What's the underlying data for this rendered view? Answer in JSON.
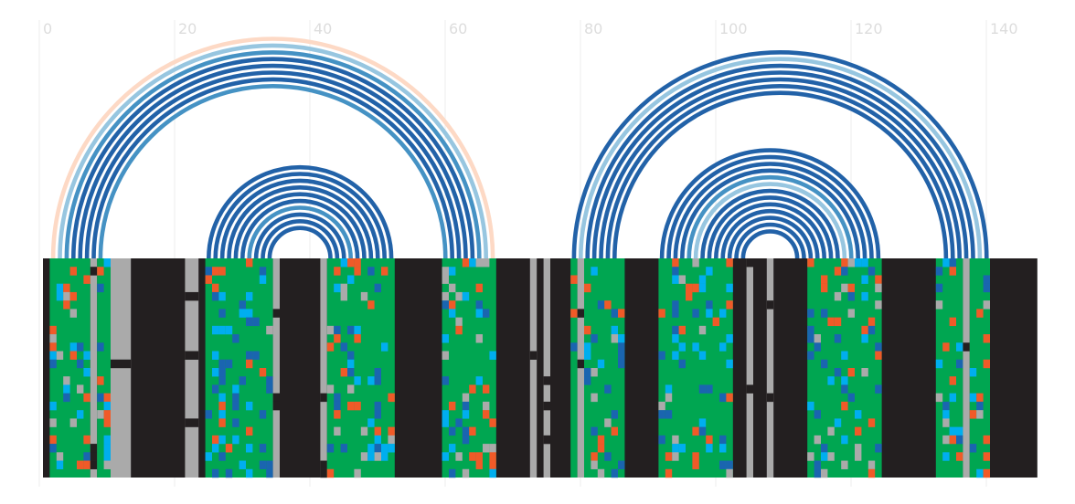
{
  "chart_data": {
    "type": "heatmap",
    "x_ticks": [
      0,
      20,
      40,
      60,
      80,
      100,
      120,
      140
    ],
    "xlim": [
      0,
      147
    ],
    "grid": true,
    "colors": {
      "background": "#231f20",
      "gap": "#aaaaaa",
      "match": "#00a651",
      "mismatch_blue": "#1a65b0",
      "mismatch_cyan": "#00aeef",
      "mismatch_orange": "#f05a28",
      "arc_dark": "#2262a8",
      "arc_mid": "#4592c4",
      "arc_light": "#97c6e0",
      "arc_pale": "#fdd9c5"
    },
    "track_columns": [
      {
        "type": "bg",
        "start": 0,
        "end": 1
      },
      {
        "type": "match",
        "start": 1,
        "end": 7
      },
      {
        "type": "gap",
        "start": 7,
        "end": 8
      },
      {
        "type": "match",
        "start": 8,
        "end": 10
      },
      {
        "type": "gap",
        "start": 10,
        "end": 13
      },
      {
        "type": "bg",
        "start": 13,
        "end": 21
      },
      {
        "type": "gap",
        "start": 21,
        "end": 23
      },
      {
        "type": "bg",
        "start": 23,
        "end": 24
      },
      {
        "type": "match",
        "start": 24,
        "end": 34
      },
      {
        "type": "gap",
        "start": 34,
        "end": 35
      },
      {
        "type": "bg",
        "start": 35,
        "end": 41
      },
      {
        "type": "gap",
        "start": 41,
        "end": 42
      },
      {
        "type": "match",
        "start": 42,
        "end": 52
      },
      {
        "type": "bg",
        "start": 52,
        "end": 59
      },
      {
        "type": "match",
        "start": 59,
        "end": 67
      },
      {
        "type": "bg",
        "start": 67,
        "end": 72
      },
      {
        "type": "gap",
        "start": 72,
        "end": 73
      },
      {
        "type": "bg",
        "start": 73,
        "end": 74
      },
      {
        "type": "gap",
        "start": 74,
        "end": 75
      },
      {
        "type": "bg",
        "start": 75,
        "end": 78
      },
      {
        "type": "match",
        "start": 78,
        "end": 79
      },
      {
        "type": "gap",
        "start": 79,
        "end": 80
      },
      {
        "type": "match",
        "start": 80,
        "end": 86
      },
      {
        "type": "bg",
        "start": 86,
        "end": 91
      },
      {
        "type": "match",
        "start": 91,
        "end": 102
      },
      {
        "type": "bg",
        "start": 102,
        "end": 104
      },
      {
        "type": "gap",
        "start": 104,
        "end": 105
      },
      {
        "type": "bg",
        "start": 105,
        "end": 107
      },
      {
        "type": "gap",
        "start": 107,
        "end": 108
      },
      {
        "type": "bg",
        "start": 108,
        "end": 113
      },
      {
        "type": "match",
        "start": 113,
        "end": 124
      },
      {
        "type": "bg",
        "start": 124,
        "end": 132
      },
      {
        "type": "match",
        "start": 132,
        "end": 136
      },
      {
        "type": "gap",
        "start": 136,
        "end": 137
      },
      {
        "type": "match",
        "start": 137,
        "end": 140
      },
      {
        "type": "bg",
        "start": 140,
        "end": 147
      }
    ],
    "rows": 26,
    "arcs": [
      {
        "group": 1,
        "center": 34,
        "radius": 32.5,
        "color": "arc_pale"
      },
      {
        "group": 1,
        "center": 34,
        "radius": 31.5,
        "color": "arc_light"
      },
      {
        "group": 1,
        "center": 34,
        "radius": 30.5,
        "color": "arc_mid"
      },
      {
        "group": 1,
        "center": 34,
        "radius": 29.5,
        "color": "arc_dark"
      },
      {
        "group": 1,
        "center": 34,
        "radius": 28.5,
        "color": "arc_dark"
      },
      {
        "group": 1,
        "center": 34,
        "radius": 27.5,
        "color": "arc_dark"
      },
      {
        "group": 1,
        "center": 34,
        "radius": 26.5,
        "color": "arc_dark"
      },
      {
        "group": 1,
        "center": 34,
        "radius": 25.5,
        "color": "arc_mid"
      },
      {
        "group": 2,
        "center": 38,
        "radius": 13.5,
        "color": "arc_dark"
      },
      {
        "group": 2,
        "center": 38,
        "radius": 12.5,
        "color": "arc_dark"
      },
      {
        "group": 2,
        "center": 38,
        "radius": 11.5,
        "color": "arc_dark"
      },
      {
        "group": 2,
        "center": 38,
        "radius": 10.5,
        "color": "arc_dark"
      },
      {
        "group": 2,
        "center": 38,
        "radius": 9.5,
        "color": "arc_dark"
      },
      {
        "group": 2,
        "center": 38,
        "radius": 8.5,
        "color": "arc_dark"
      },
      {
        "group": 2,
        "center": 38,
        "radius": 7.5,
        "color": "arc_mid"
      },
      {
        "group": 2,
        "center": 38,
        "radius": 6.5,
        "color": "arc_dark"
      },
      {
        "group": 2,
        "center": 38,
        "radius": 5.5,
        "color": "arc_dark"
      },
      {
        "group": 2,
        "center": 38,
        "radius": 4.5,
        "color": "arc_dark"
      },
      {
        "group": 3,
        "center": 109,
        "radius": 30.5,
        "color": "arc_dark"
      },
      {
        "group": 3,
        "center": 109,
        "radius": 29.5,
        "color": "arc_light"
      },
      {
        "group": 3,
        "center": 109,
        "radius": 28.5,
        "color": "arc_dark"
      },
      {
        "group": 3,
        "center": 109,
        "radius": 27.5,
        "color": "arc_dark"
      },
      {
        "group": 3,
        "center": 109,
        "radius": 26.5,
        "color": "arc_dark"
      },
      {
        "group": 3,
        "center": 109,
        "radius": 25.5,
        "color": "arc_dark"
      },
      {
        "group": 3,
        "center": 109,
        "radius": 24.5,
        "color": "arc_dark"
      },
      {
        "group": 4,
        "center": 107.5,
        "radius": 16,
        "color": "arc_dark"
      },
      {
        "group": 4,
        "center": 107.5,
        "radius": 15,
        "color": "arc_dark"
      },
      {
        "group": 4,
        "center": 107.5,
        "radius": 14,
        "color": "arc_dark"
      },
      {
        "group": 4,
        "center": 107.5,
        "radius": 13,
        "color": "arc_dark"
      },
      {
        "group": 4,
        "center": 107.5,
        "radius": 12,
        "color": "arc_mid"
      },
      {
        "group": 4,
        "center": 107.5,
        "radius": 11,
        "color": "arc_light"
      },
      {
        "group": 4,
        "center": 107.5,
        "radius": 10,
        "color": "arc_dark"
      },
      {
        "group": 4,
        "center": 107.5,
        "radius": 9,
        "color": "arc_dark"
      },
      {
        "group": 4,
        "center": 107.5,
        "radius": 8,
        "color": "arc_dark"
      },
      {
        "group": 4,
        "center": 107.5,
        "radius": 7,
        "color": "arc_dark"
      },
      {
        "group": 4,
        "center": 107.5,
        "radius": 6,
        "color": "arc_dark"
      },
      {
        "group": 4,
        "center": 107.5,
        "radius": 5,
        "color": "arc_dark"
      },
      {
        "group": 4,
        "center": 107.5,
        "radius": 4,
        "color": "arc_dark"
      }
    ]
  }
}
